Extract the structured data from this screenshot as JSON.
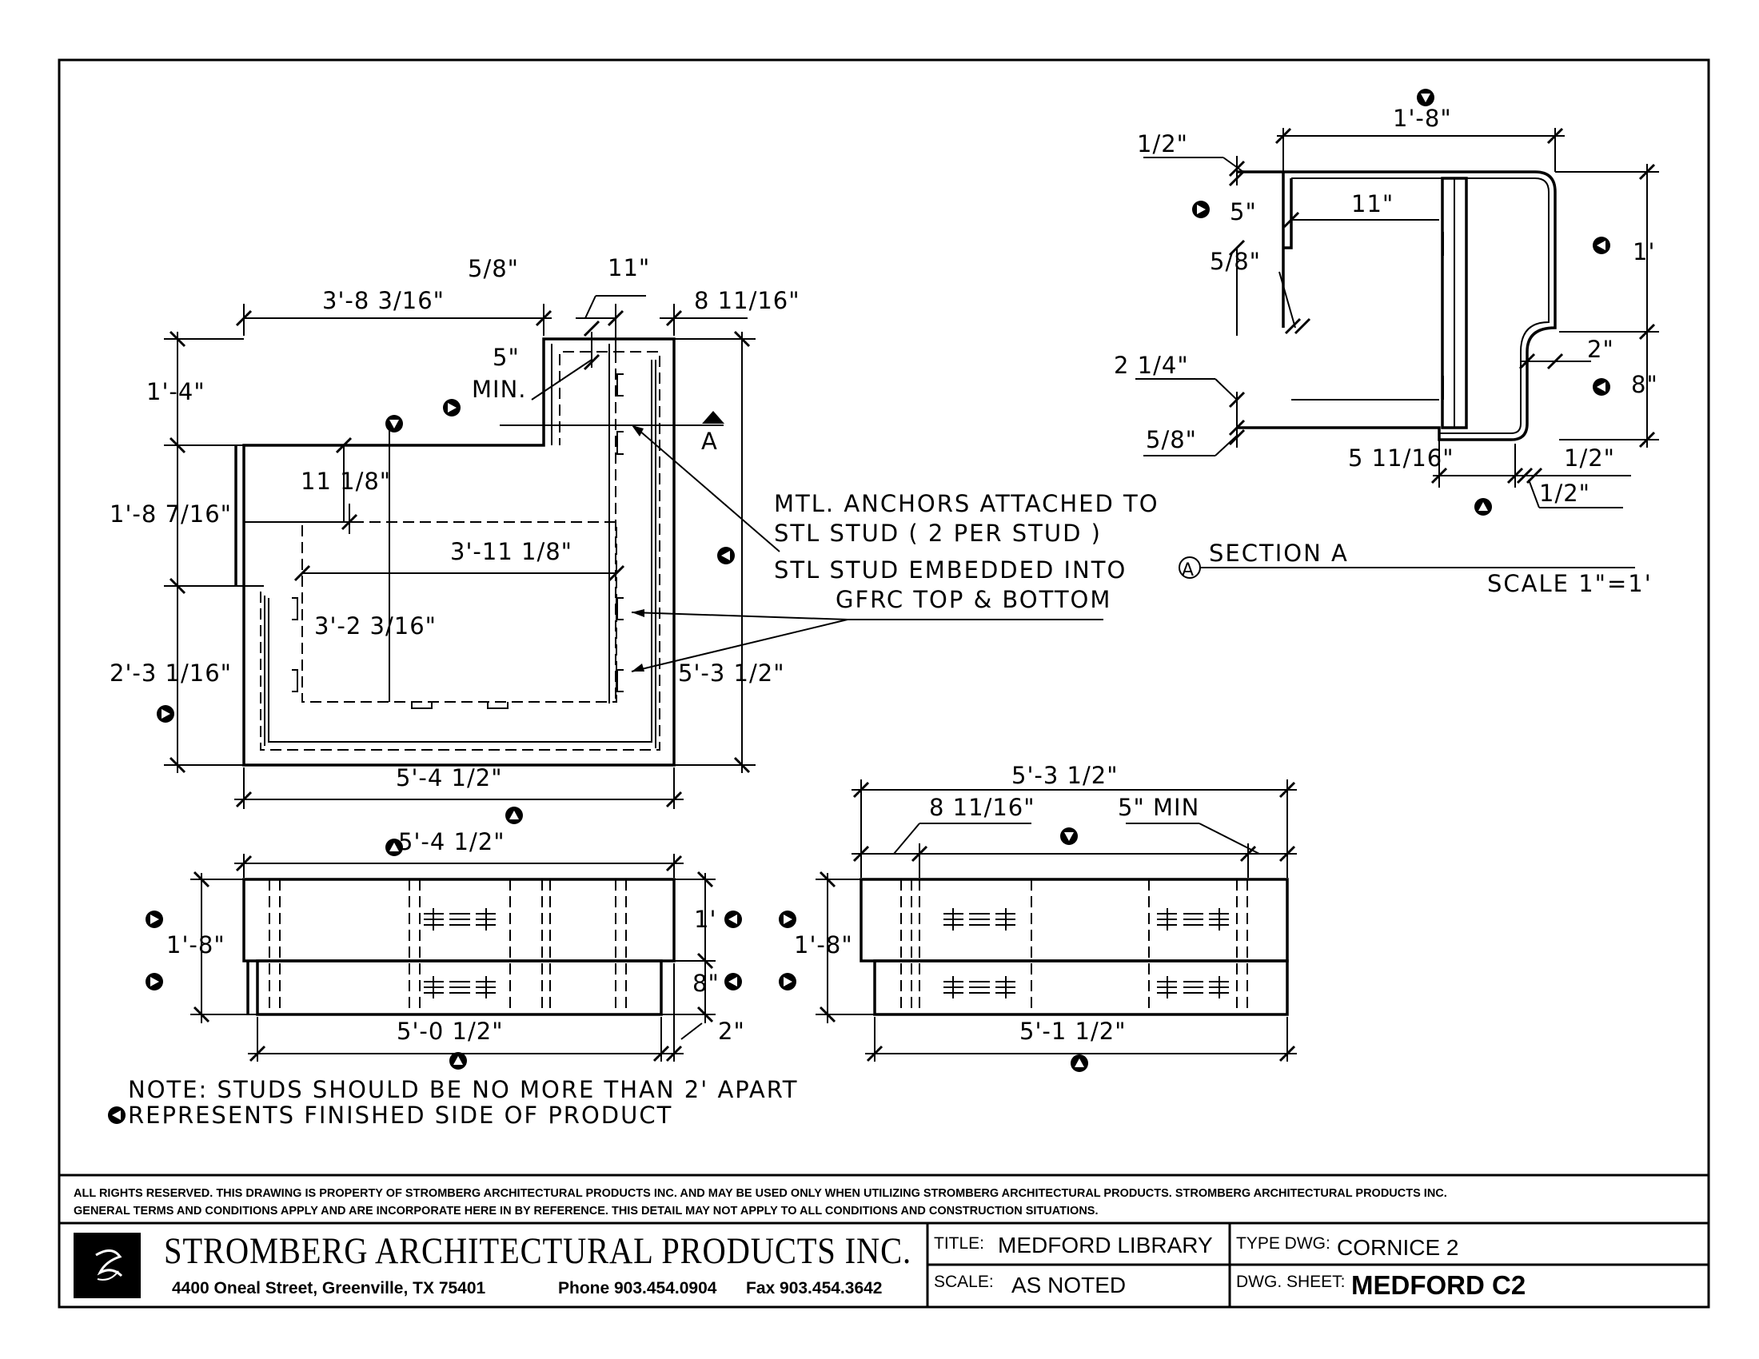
{
  "plan": {
    "dims": {
      "overall_top_left": "3'-8 3/16\"",
      "small_top": "5/8\"",
      "top_mid": "11\"",
      "top_right": "8 11/16\"",
      "min_label": "5\"",
      "min_word": "MIN.",
      "left_1": "1'-4\"",
      "left_2": "1'-8 7/16\"",
      "left_3": "2'-3 1/16\"",
      "inner_width": "3'-11 1/8\"",
      "inner_small": "11 1/8\"",
      "inner_depth": "3'-2 3/16\"",
      "right_total": "5'-3 1/2\"",
      "bottom_total": "5'-4 1/2\""
    },
    "section_marker": "A"
  },
  "annotations": {
    "anchors_line1": "MTL. ANCHORS ATTACHED TO",
    "anchors_line2": "STL STUD ( 2 PER STUD )",
    "stud_line1": "STL STUD EMBEDDED INTO",
    "stud_line2": "GFRC TOP & BOTTOM"
  },
  "section_a": {
    "dims": {
      "top_width": "1'-8\"",
      "half_top": "1/2\"",
      "five": "5\"",
      "eleven": "11\"",
      "five_eighths": "5/8\"",
      "one_foot": "1'",
      "two_quarter": "2 1/4\"",
      "two_inch": "2\"",
      "eight": "8\"",
      "five_eighths_b": "5/8\"",
      "five_eleven": "5 11/16\"",
      "half_b1": "1/2\"",
      "half_b2": "1/2\""
    },
    "bubble": "A",
    "title": "SECTION A",
    "scale": "SCALE 1\"=1'"
  },
  "elev_left": {
    "dims": {
      "top": "5'-4 1/2\"",
      "height": "1'-8\"",
      "upper": "1'",
      "lower": "8\"",
      "bottom": "5'-0 1/2\"",
      "offset": "2\""
    }
  },
  "elev_right": {
    "dims": {
      "top": "5'-3 1/2\"",
      "left_off": "8 11/16\"",
      "min": "5\" MIN",
      "height": "1'-8\"",
      "bottom": "5'-1 1/2\""
    }
  },
  "notes": {
    "line1": "NOTE: STUDS SHOULD BE NO MORE THAN 2' APART",
    "line2": "REPRESENTS FINISHED SIDE OF PRODUCT"
  },
  "legal": {
    "line1": "ALL RIGHTS RESERVED. THIS DRAWING IS PROPERTY OF STROMBERG ARCHITECTURAL PRODUCTS INC. AND MAY BE USED ONLY WHEN UTILIZING STROMBERG ARCHITECTURAL PRODUCTS.  STROMBERG ARCHITECTURAL PRODUCTS INC.",
    "line2": "GENERAL TERMS AND CONDITIONS APPLY AND ARE INCORPORATE HERE IN BY REFERENCE.  THIS DETAIL MAY NOT APPLY TO ALL CONDITIONS AND CONSTRUCTION SITUATIONS."
  },
  "titleblock": {
    "company": "STROMBERG ARCHITECTURAL PRODUCTS INC.",
    "address": "4400 Oneal Street, Greenville, TX  75401",
    "phone": "Phone 903.454.0904",
    "fax": "Fax 903.454.3642",
    "title_label": "TITLE:",
    "title_value": "MEDFORD LIBRARY",
    "type_label": "TYPE DWG:",
    "type_value": "CORNICE 2",
    "scale_label": "SCALE:",
    "scale_value": "AS NOTED",
    "sheet_label": "DWG. SHEET:",
    "sheet_value": "MEDFORD C2"
  }
}
